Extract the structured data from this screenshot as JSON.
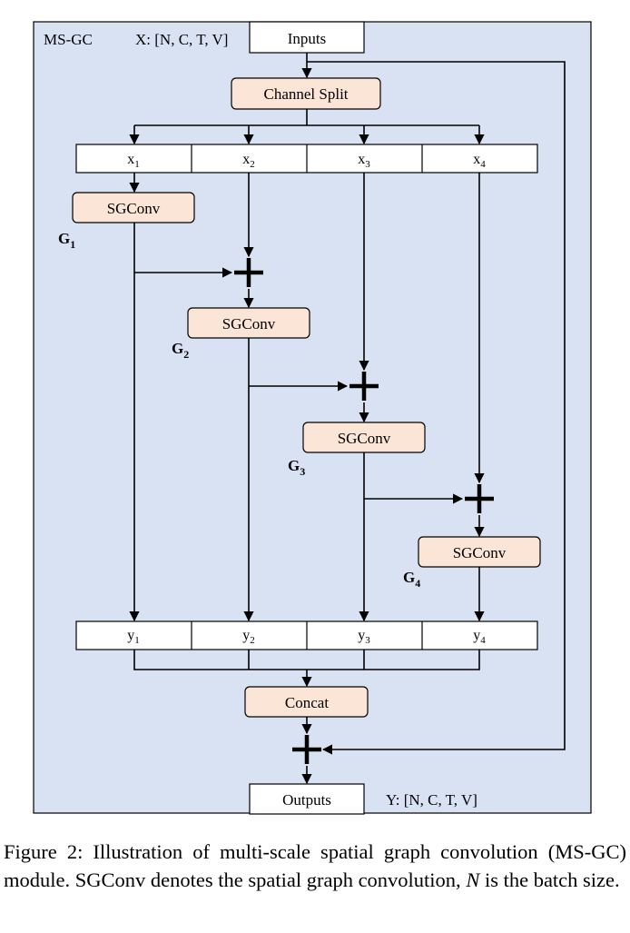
{
  "module": {
    "label": "MS-GC",
    "input_shape": "X: [N, C, T, V]",
    "output_shape": "Y: [N, C, T, V]",
    "inputs_label": "Inputs",
    "outputs_label": "Outputs",
    "channel_split_label": "Channel Split",
    "concat_label": "Concat",
    "sgconv_label": "SGConv",
    "x_cells": [
      {
        "base": "x",
        "sub": "1"
      },
      {
        "base": "x",
        "sub": "2"
      },
      {
        "base": "x",
        "sub": "3"
      },
      {
        "base": "x",
        "sub": "4"
      }
    ],
    "y_cells": [
      {
        "base": "y",
        "sub": "1"
      },
      {
        "base": "y",
        "sub": "2"
      },
      {
        "base": "y",
        "sub": "3"
      },
      {
        "base": "y",
        "sub": "4"
      }
    ],
    "g_labels": [
      {
        "base": "G",
        "sub": "1"
      },
      {
        "base": "G",
        "sub": "2"
      },
      {
        "base": "G",
        "sub": "3"
      },
      {
        "base": "G",
        "sub": "4"
      }
    ]
  },
  "caption": {
    "prefix": "Figure 2: Illustration of multi-scale spatial graph convolution (MS-GC) module. SGConv denotes the spatial graph convolution, ",
    "var": "N",
    "suffix": " is the batch size."
  },
  "colors": {
    "panel_bg": "#d9e2f3",
    "block_fill": "#fbe5d6",
    "cell_fill": "#ffffff",
    "line": "#000000"
  }
}
